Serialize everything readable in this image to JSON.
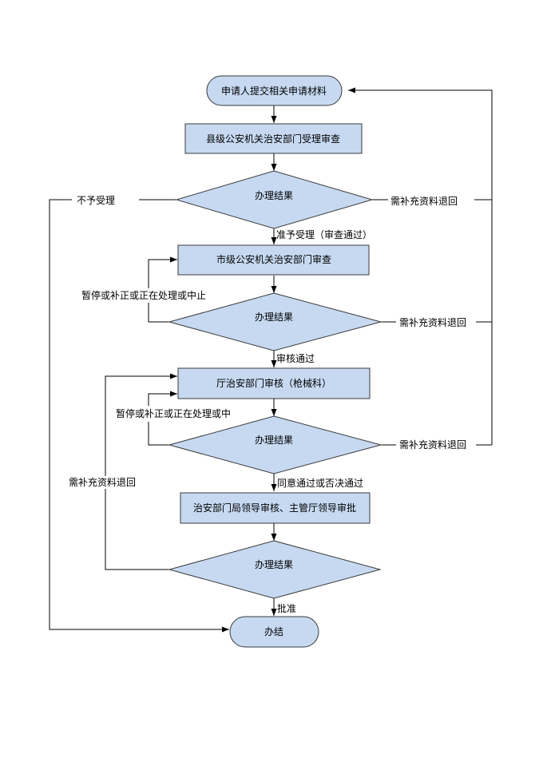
{
  "nodes": {
    "start": "申请人提交相关申请材料",
    "county_review": "县级公安机关治安部门受理审查",
    "decision1": "办理结果",
    "city_review": "市级公安机关治安部门审查",
    "decision2": "办理结果",
    "dept_review": "厅治安部门审核（枪械科）",
    "decision3": "办理结果",
    "leader_approval": "治安部门局领导审核、主管厅领导审批",
    "decision4": "办理结果",
    "end": "办结"
  },
  "labels": {
    "reject": "不予受理",
    "supplement1": "需补充资料退回",
    "accept": "准予受理（审查通过）",
    "suspend1": "暂停或补正或正在处理或中止",
    "supplement2": "需补充资料退回",
    "review_pass": "审核通过",
    "suspend2": "暂停或补正或正在处理或中",
    "supplement3": "需补充资料退回",
    "supplement4": "需补充资料退回",
    "agree_or_veto": "同意通过或否决通过",
    "approve": "批准"
  },
  "colors": {
    "shape_fill": "#c6d9f1",
    "shape_stroke": "#3a3a3a",
    "line": "#000000"
  }
}
